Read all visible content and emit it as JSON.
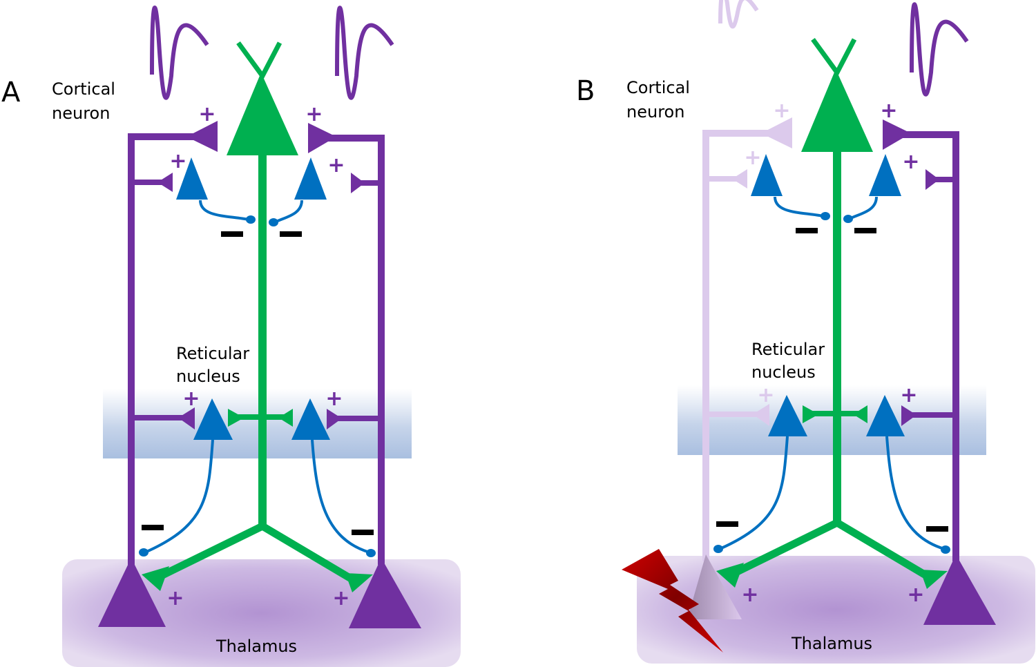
{
  "figure": {
    "panels": [
      {
        "id": "A",
        "letter": "A",
        "cortical_label_line1": "Cortical",
        "cortical_label_line2": "neuron",
        "reticular_label_line1": "Reticular",
        "reticular_label_line2": "nucleus",
        "thalamus_label": "Thalamus",
        "left_thalamic_neuron_state": "active",
        "right_thalamic_neuron_state": "active",
        "lesion_marker": false
      },
      {
        "id": "B",
        "letter": "B",
        "cortical_label_line1": "Cortical",
        "cortical_label_line2": "neuron",
        "reticular_label_line1": "Reticular",
        "reticular_label_line2": "nucleus",
        "thalamus_label": "Thalamus",
        "left_thalamic_neuron_state": "faded",
        "right_thalamic_neuron_state": "active",
        "lesion_marker": true
      }
    ],
    "signs": {
      "excitatory": "+",
      "inhibitory": "−"
    },
    "icons": {
      "lesion": "lightning-bolt-icon"
    },
    "colors": {
      "thalamocortical": "#7030a0",
      "thalamocortical_faded": "#dccaec",
      "cortical": "#00b050",
      "interneuron": "#0070c0",
      "inhibitory_sign": "#000000",
      "reticular_band": "#b4c7e0",
      "thalamus_box": "#b89ad4",
      "lesion": "#c00000"
    }
  }
}
